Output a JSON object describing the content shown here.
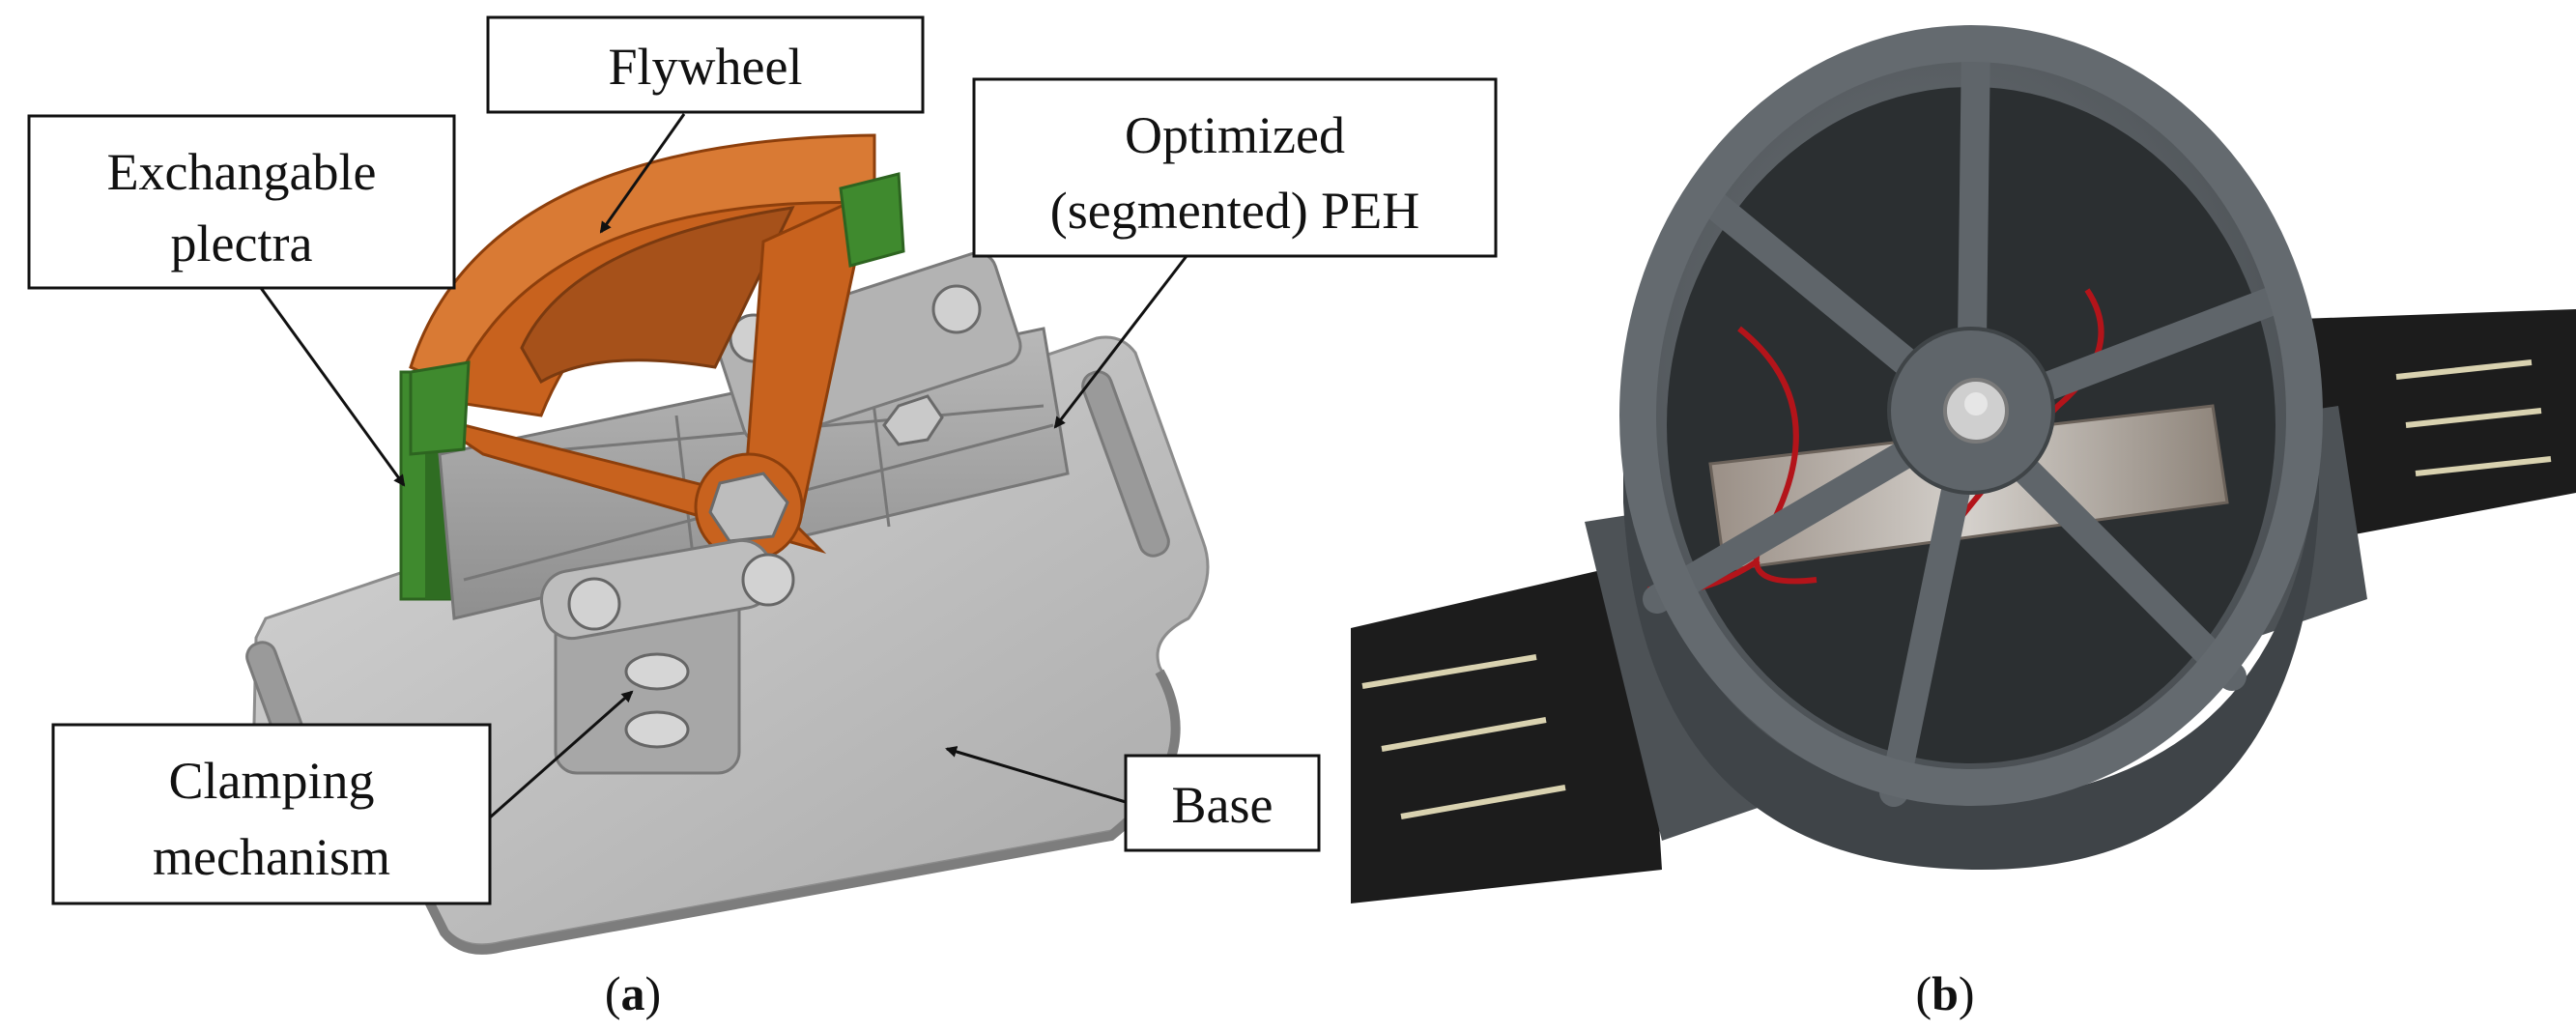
{
  "panel_a": {
    "labels": {
      "flywheel": "Flywheel",
      "plectra_line1": "Exchangable",
      "plectra_line2": "plectra",
      "peh_line1": "Optimized",
      "peh_line2": "(segmented) PEH",
      "clamping_line1": "Clamping",
      "clamping_line2": "mechanism",
      "base": "Base"
    },
    "caption": "a"
  },
  "panel_b": {
    "caption": "b"
  },
  "colors": {
    "flywheel": "#c8621e",
    "plectra": "#3f8a2e",
    "metal": "#bfbfbf",
    "housing": "#5e6469",
    "strap": "#1c1c1c",
    "stitch": "#d9d2b0"
  }
}
